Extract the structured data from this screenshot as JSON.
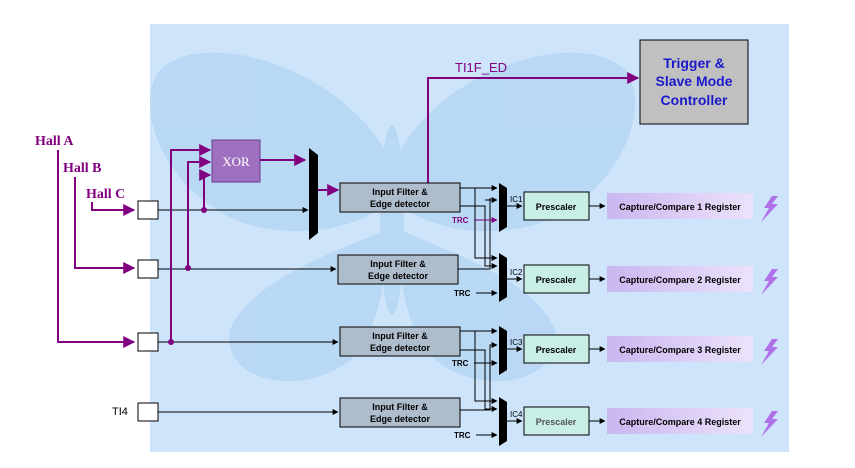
{
  "inputs": {
    "hall_a": "Hall A",
    "hall_b": "Hall B",
    "hall_c": "Hall C",
    "ti4": "TI4"
  },
  "xor": {
    "label": "XOR"
  },
  "ti1f_ed": {
    "label": "TI1F_ED"
  },
  "trigger": {
    "line1": "Trigger &",
    "line2": "Slave Mode",
    "line3": "Controller"
  },
  "filters": [
    {
      "line1": "Input Filter &",
      "line2": "Edge detector"
    },
    {
      "line1": "Input Filter &",
      "line2": "Edge detector"
    },
    {
      "line1": "Input Filter &",
      "line2": "Edge detector"
    },
    {
      "line1": "Input Filter &",
      "line2": "Edge detector"
    }
  ],
  "ic_labels": [
    "IC1",
    "IC2",
    "IC3",
    "IC4"
  ],
  "trc_label": "TRC",
  "prescaler_label": "Prescaler",
  "registers": [
    "Capture/Compare 1 Register",
    "Capture/Compare 2 Register",
    "Capture/Compare 3 Register",
    "Capture/Compare 4 Register"
  ],
  "colors": {
    "purple_signal": "#800080",
    "background_panel": "#cde4fb",
    "xor_fill": "#a070c0",
    "filter_fill": "#aebdcc",
    "prescaler_fill": "#c8eee6",
    "register_fill": "#dcccf6",
    "trigger_fill": "#c0c0c0",
    "trigger_text": "#1a1acc",
    "bolt": "#b070e8"
  }
}
